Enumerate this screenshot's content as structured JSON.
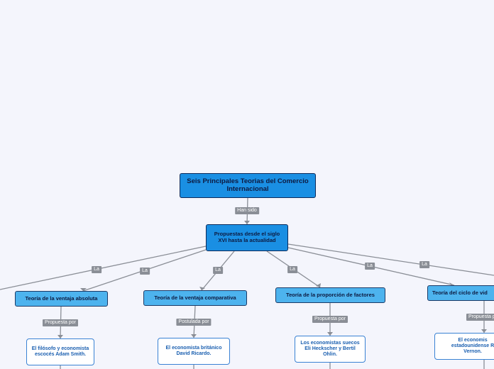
{
  "root": {
    "title": "Seis Principales Teorias del Comercio Internacional"
  },
  "mid": {
    "label": "Propuestas desde el siglo XVI hasta la actualidad"
  },
  "link_labels": {
    "han_sido": "Han sido",
    "la": "La",
    "propuesta_por": "Propuesta por",
    "postulada_por": "Postulada por"
  },
  "theories": [
    {
      "label": "Teoría de la ventaja absoluta",
      "author": "El filósofo y economista escocés Adam Smith."
    },
    {
      "label": "Teoría de la ventaja comparativa",
      "author": "El economista británico David Ricardo."
    },
    {
      "label": "Teoría de la proporción de factores",
      "author": "Los economistas suecos Eli Heckscher y Bertil Ohlin."
    },
    {
      "label": "Teoría del ciclo de vid",
      "author": "El economis estadounidense R Vernon."
    }
  ],
  "colors": {
    "background": "#f4f5fc",
    "main_node": "#1a8fe3",
    "theory_node": "#4db3ee",
    "author_border": "#3a82d4",
    "author_text": "#1a5fb0",
    "connector": "#8a8e96"
  }
}
